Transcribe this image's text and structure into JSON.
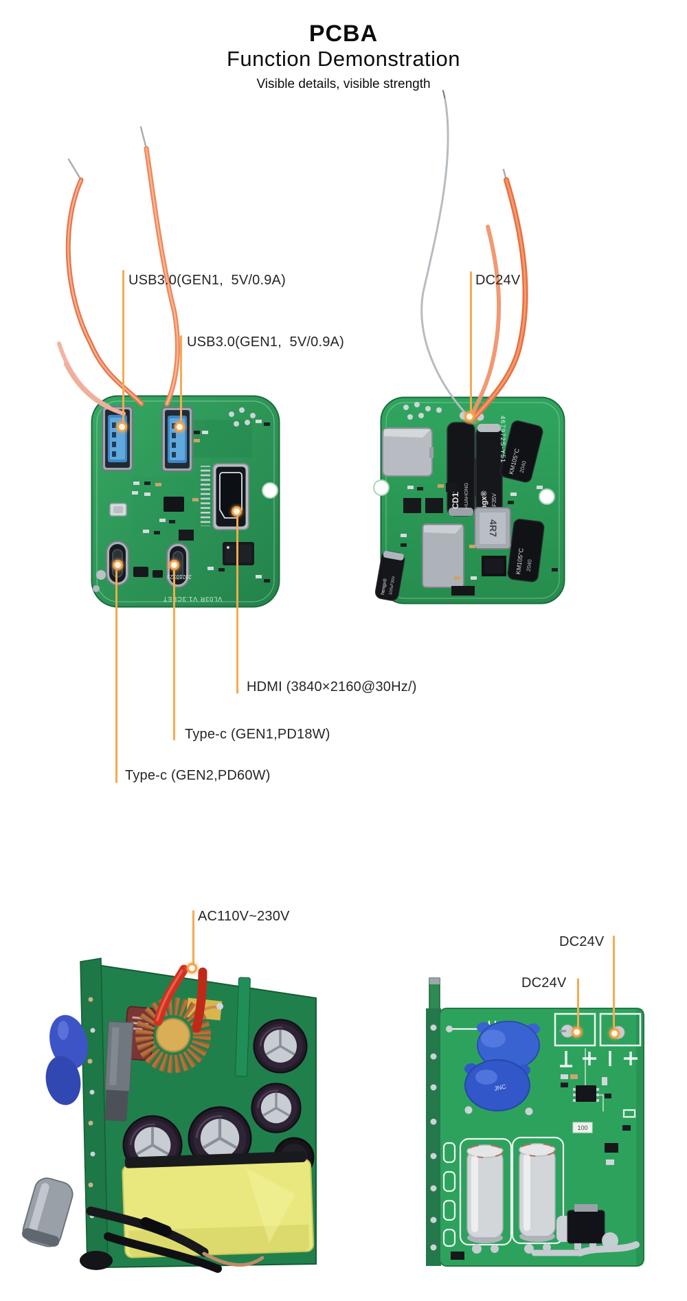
{
  "header": {
    "title": "PCBA",
    "subtitle": "Function Demonstration",
    "tagline": "Visible details, visible strength"
  },
  "callouts": {
    "usb_a_1": "USB3.0(GEN1,  5V/0.9A)",
    "usb_a_2": "USB3.0(GEN1,  5V/0.9A)",
    "dc24v_top": "DC24V",
    "hdmi": "HDMI (3840×2160@30Hz/)",
    "type_c_gen1": "Type-c (GEN1,PD18W)",
    "type_c_gen2": "Type-c (GEN2,PD60W)",
    "ac_input": "AC110V~230V",
    "dc24v_bottom_upper": "DC24V",
    "dc24v_bottom_lower": "DC24V"
  },
  "board_markings": {
    "usb_hub_model": "VL03R V1.3CBET",
    "usb_hub_date": "20210123",
    "power_serial": "467972S-Y51",
    "cap_cd110": "CD110",
    "cap_cd110_brand": "HUAHONG",
    "cap_hengx_brand": "hengx®",
    "cap_hengx_value": "100uF35V",
    "cap_km": "KM105°C",
    "cap_km_code": "2040",
    "inductor_4r7": "4R7",
    "ycap_brand": "JNC",
    "smd_label": "100"
  },
  "colors": {
    "accent_line": "#F6AA4F",
    "pcb_green": "#2E9D58",
    "pcb_green_bright": "#2DA25D",
    "wire_orange": "#EC7A4D",
    "wire_red": "#D13020",
    "label_text": "#252525"
  }
}
